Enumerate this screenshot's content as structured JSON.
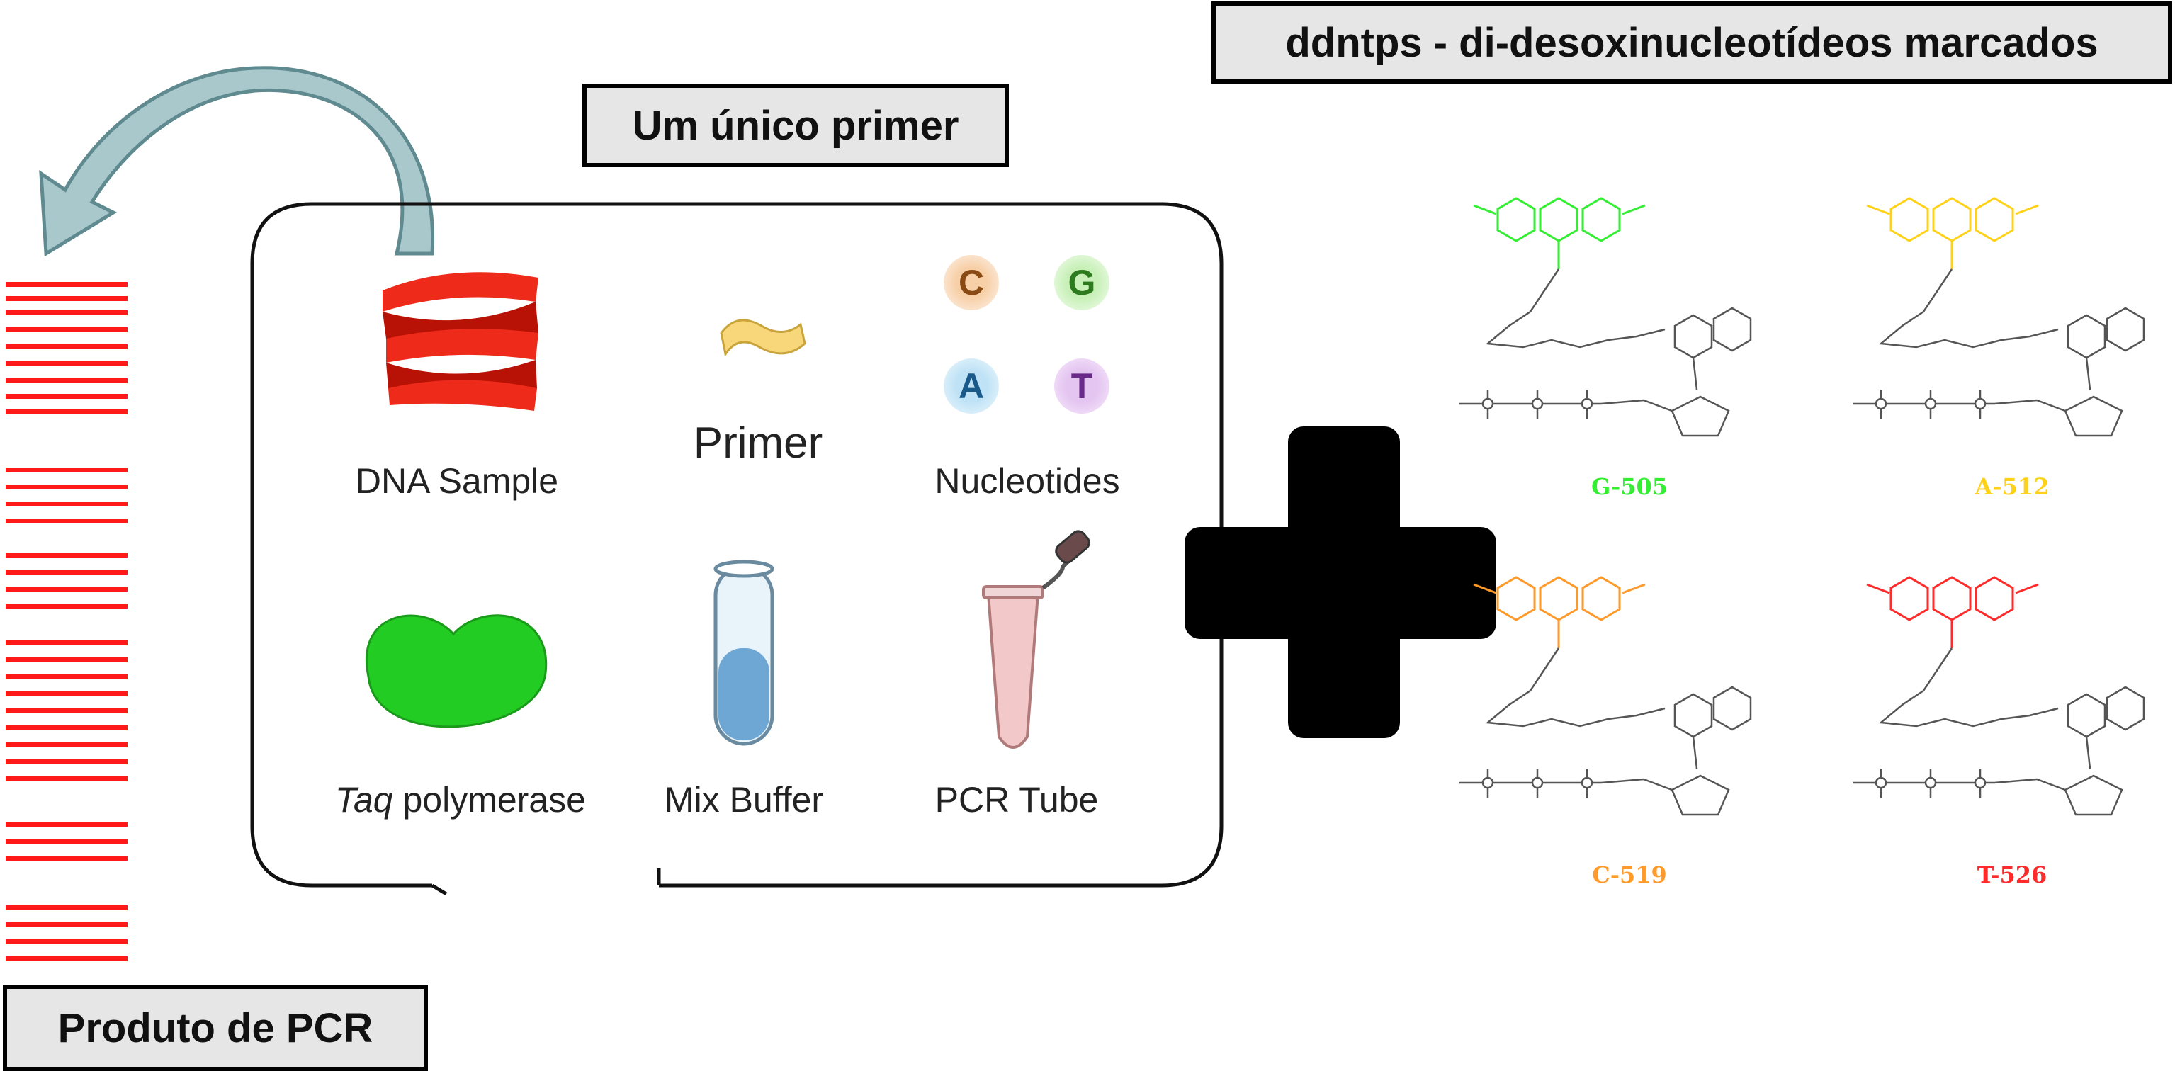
{
  "title": "ddntps - di-desoxinucleotídeos marcados",
  "primer_box_label": "Um único primer",
  "product_label": "Produto de PCR",
  "kit_items": {
    "dna_sample": "DNA Sample",
    "primer": "Primer",
    "nucleotides": "Nucleotides",
    "taq_italic": "Taq",
    "taq_rest": " polymerase",
    "mix_buffer": "Mix Buffer",
    "pcr_tube": "PCR Tube"
  },
  "nucleotide_letters": [
    "C",
    "G",
    "A",
    "T"
  ],
  "labeled_ddntps": [
    {
      "name": "G-505",
      "color": "#33ee33"
    },
    {
      "name": "A-512",
      "color": "#ffd21a"
    },
    {
      "name": "C-519",
      "color": "#ff9a2a"
    },
    {
      "name": "T-526",
      "color": "#ff2a2a"
    }
  ],
  "colors": {
    "band": "#ff1a1a",
    "arrow": "#a8c8cc",
    "label_box_bg": "#e6e6e6",
    "plus": "#000000"
  }
}
